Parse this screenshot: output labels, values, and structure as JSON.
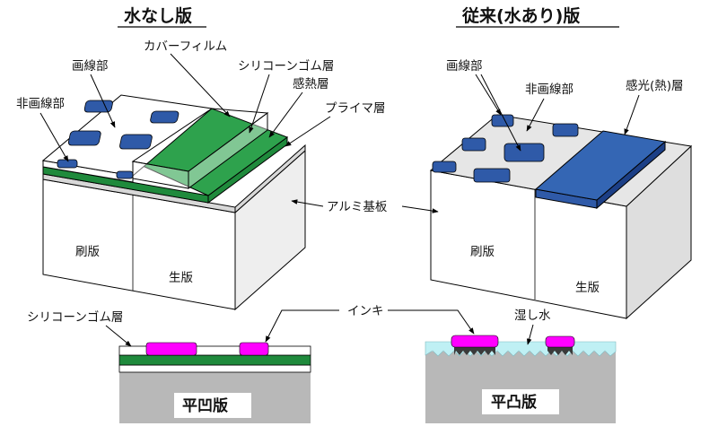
{
  "colors": {
    "green": "#1f8a3c",
    "blue": "#2f5aa8",
    "blue_dark": "#1c3f86",
    "magenta": "#ff00ff",
    "gray": "#b8b8b8",
    "gray_light": "#e6e6e6",
    "water": "#bff0f4"
  },
  "left": {
    "title": "水なし版",
    "labels": {
      "cover_film": "カバーフィルム",
      "image_area": "画線部",
      "silicone_layer": "シリコーンゴム層",
      "heat_sensitive_layer": "感熱層",
      "non_image_area": "非画線部",
      "primer_layer": "プライマ層",
      "printed_plate": "刷版",
      "raw_plate": "生版"
    }
  },
  "right": {
    "title": "従来(水あり)版",
    "labels": {
      "image_area": "画線部",
      "non_image_area": "非画線部",
      "photosensitive_layer": "感光(熱)層",
      "printed_plate": "刷版",
      "raw_plate": "生版"
    }
  },
  "center": {
    "aluminum_substrate": "アルミ基板",
    "ink": "インキ"
  },
  "bottom_left": {
    "silicone_label": "シリコーンゴム層",
    "plate_type": "平凹版"
  },
  "bottom_right": {
    "dampening_water": "湿し水",
    "plate_type": "平凸版"
  }
}
